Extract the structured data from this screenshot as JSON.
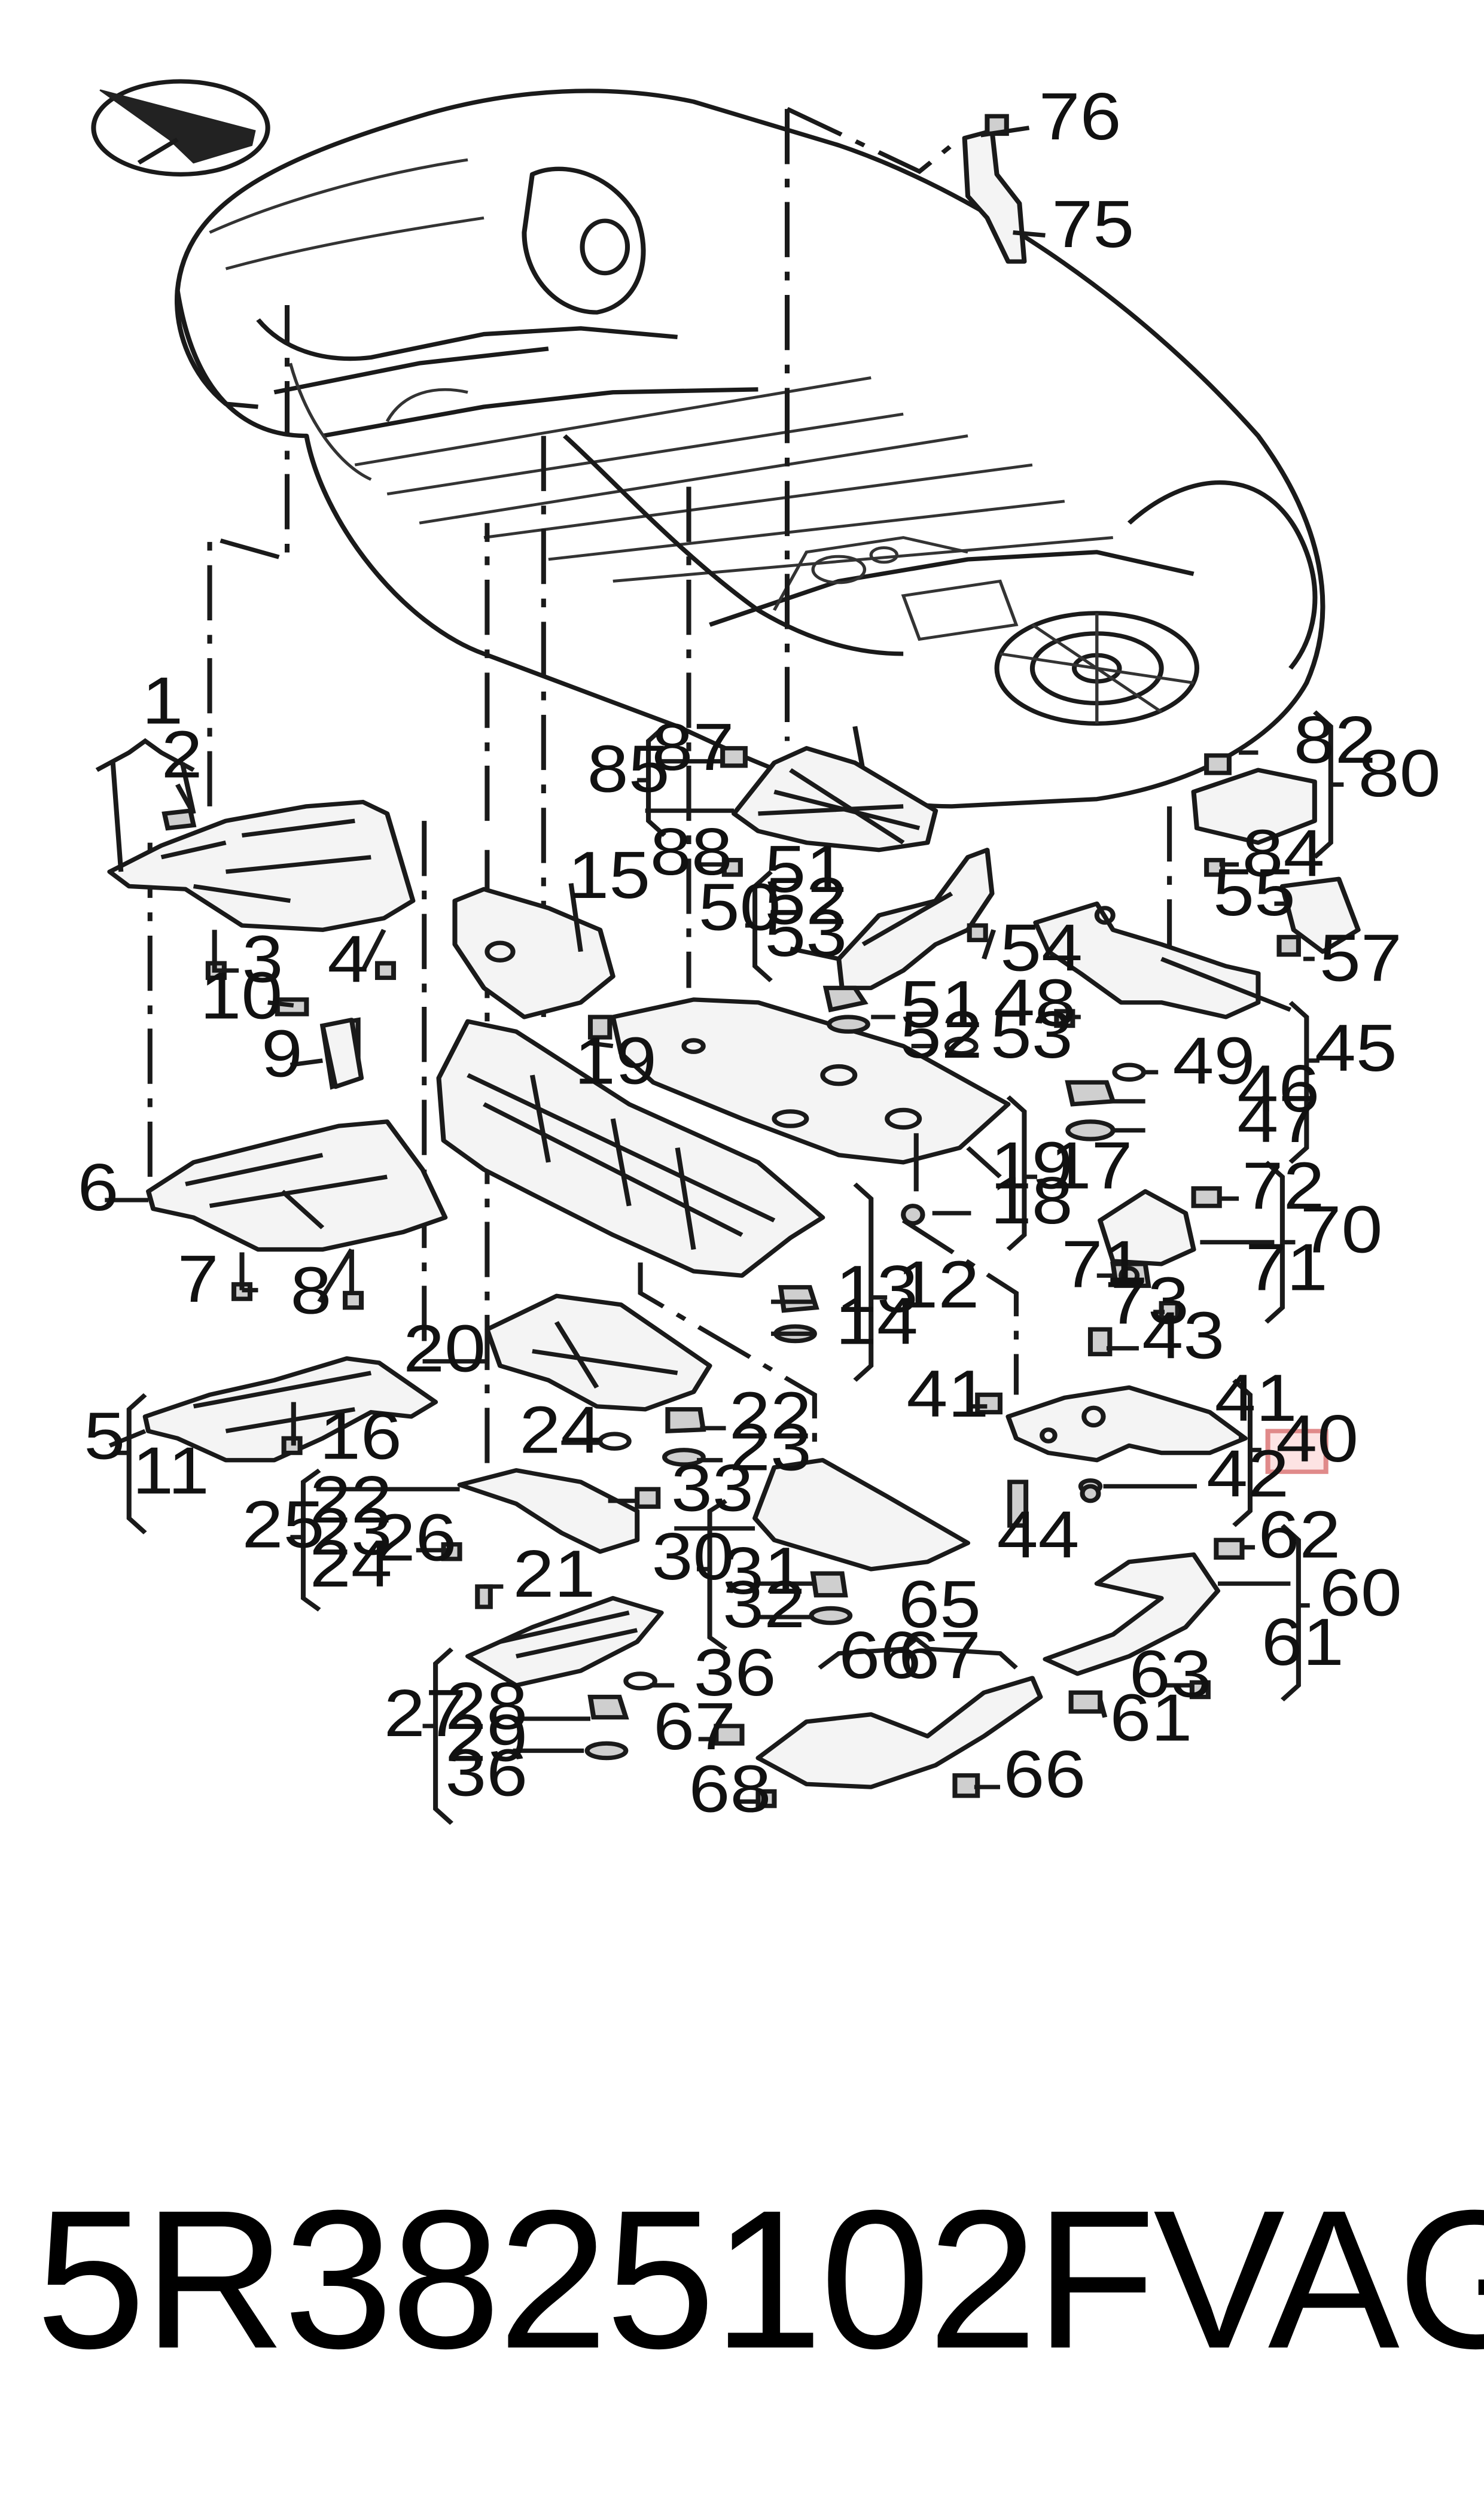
{
  "labels": {
    "l1": "1",
    "l2": "2",
    "l3": "3",
    "l4": "4",
    "l5": "5",
    "l6": "6",
    "l7": "7",
    "l8": "8",
    "l9": "9",
    "l10": "10",
    "l11": "11",
    "l12": "12",
    "l13": "13",
    "l14": "14",
    "l15": "15",
    "l16": "16",
    "l17": "17",
    "l18": "18",
    "l19a": "19",
    "l19b": "19",
    "l20": "20",
    "l21": "21",
    "l22a": "22",
    "l22b": "22",
    "l23a": "23",
    "l23b": "23",
    "l24a": "24",
    "l24b": "24",
    "l25": "25",
    "l26": "26",
    "l27": "27",
    "l28": "28",
    "l29": "29",
    "l30": "30",
    "l31": "31",
    "l32": "32",
    "l33": "33",
    "l36a": "36",
    "l36b": "36",
    "l40": "40",
    "l41a": "41",
    "l41b": "41",
    "l42": "42",
    "l43": "43",
    "l44": "44",
    "l45": "45",
    "l46": "46",
    "l47": "47",
    "l48": "48",
    "l49": "49",
    "l50": "50",
    "l51a": "51",
    "l51b": "51",
    "l52a": "52",
    "l52b": "52",
    "l53a": "53",
    "l53b": "53",
    "l54": "54",
    "l55": "55",
    "l57": "57",
    "l60": "60",
    "l61a": "61",
    "l61b": "61",
    "l62": "62",
    "l63": "63",
    "l65": "65",
    "l66a": "66",
    "l66b": "66",
    "l67a": "67",
    "l67b": "67",
    "l68": "68",
    "l70": "70",
    "l71a": "71",
    "l71b": "71",
    "l72": "72",
    "l73": "73",
    "l75": "75",
    "l76": "76",
    "l80": "80",
    "l82": "82",
    "l84": "84",
    "l85": "85",
    "l87": "87",
    "l88": "88"
  },
  "highlight_color": "#fde3e3",
  "caption": {
    "part_number": "5R3825102F",
    "brand": "VAG"
  }
}
